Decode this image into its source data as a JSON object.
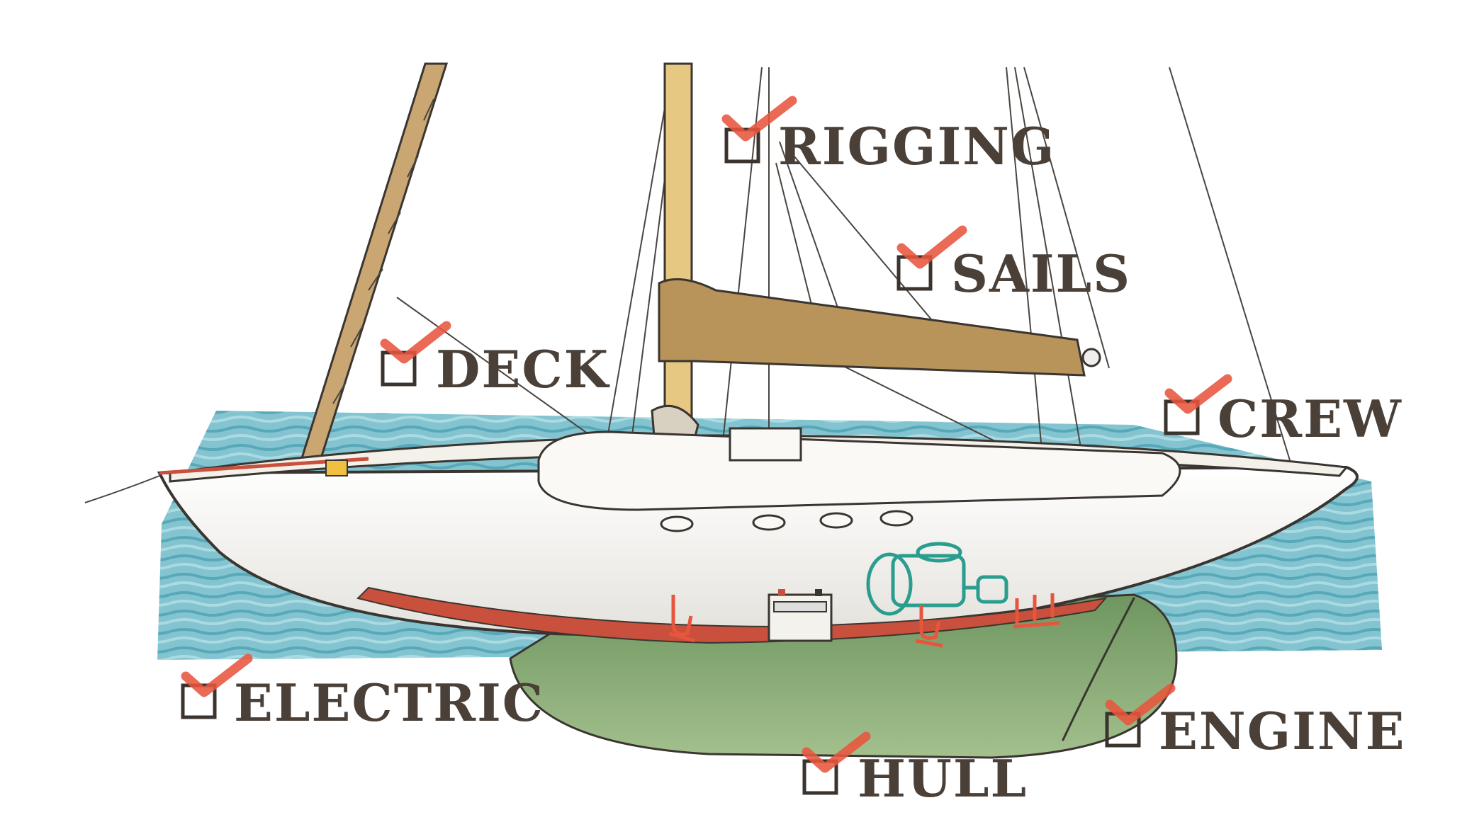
{
  "checklist": {
    "rigging": "RIGGING",
    "sails": "SAILS",
    "deck": "DECK",
    "crew": "CREW",
    "electric": "ELECTRIC",
    "engine": "ENGINE",
    "hull": "HULL"
  },
  "colors": {
    "water": "#6cb6c4",
    "hull": "#f7f5f0",
    "boot_stripe": "#c8503c",
    "keel": "#7ea26a",
    "sail_cover": "#b8935a",
    "mast": "#e7c883",
    "check": "#e8553d",
    "label_text": "#4a4038",
    "engine": "#2a9d8f"
  },
  "icons": [
    "checkbox-icon",
    "checkmark-icon",
    "battery-icon",
    "engine-icon",
    "through-hull-valve-icon"
  ]
}
